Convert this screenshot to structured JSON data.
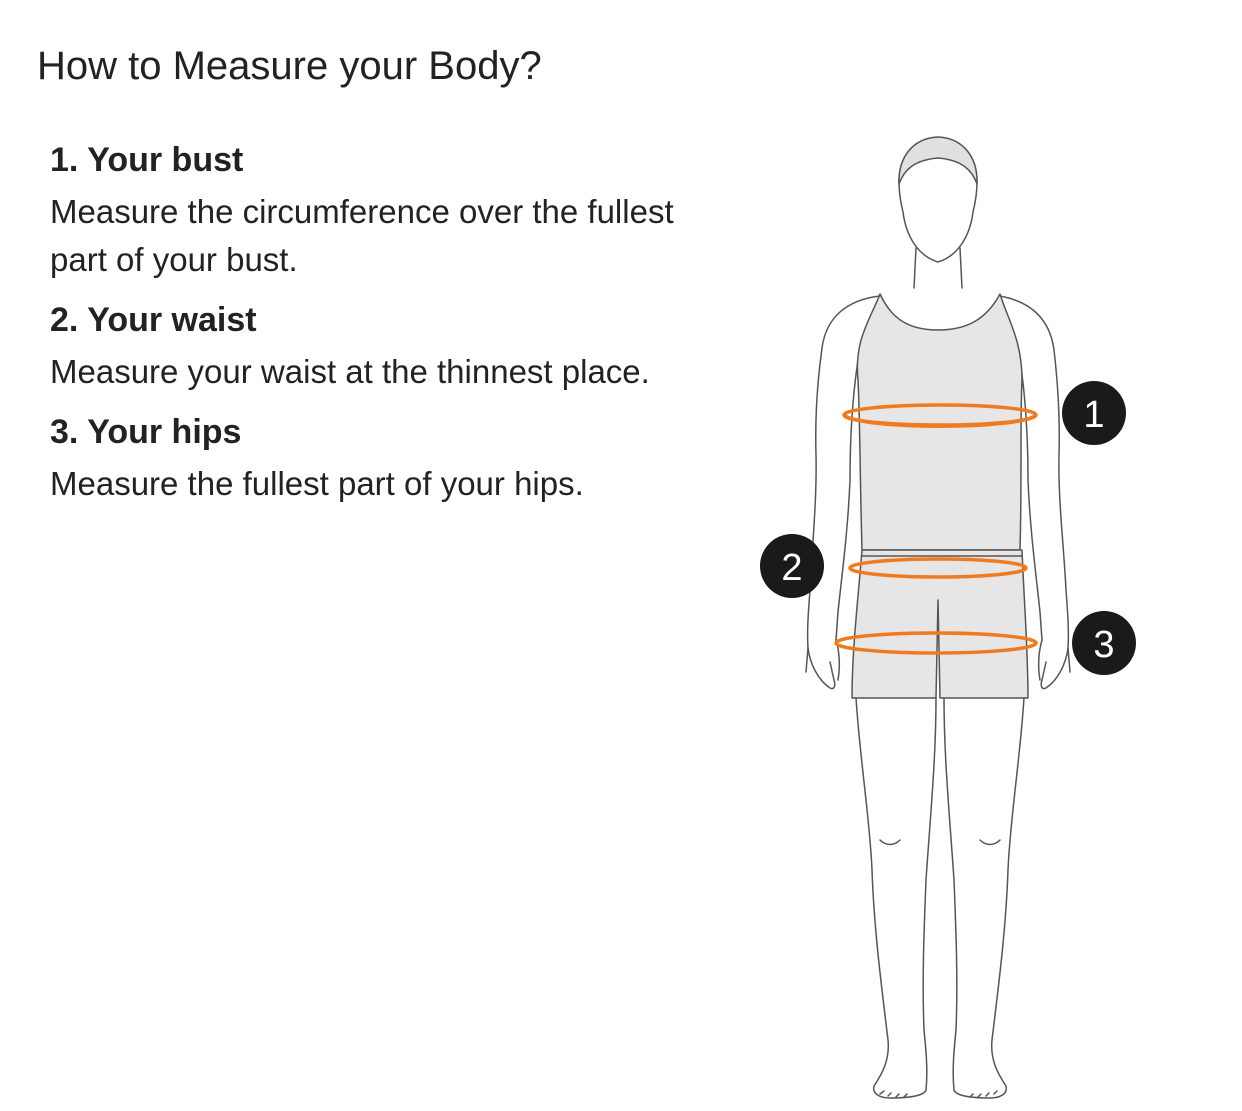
{
  "title": "How to Measure your Body?",
  "steps": [
    {
      "heading": "1. Your bust",
      "text": "Measure the circumference over the fullest part of your bust."
    },
    {
      "heading": "2. Your waist",
      "text": "Measure your waist at the thinnest place."
    },
    {
      "heading": "3. Your hips",
      "text": "Measure the fullest part of your hips."
    }
  ],
  "markers": [
    "1",
    "2",
    "3"
  ],
  "colors": {
    "measure_line": "#f07a1e",
    "marker_fill": "#1a1a1a",
    "garment_fill": "#e6e6e6",
    "outline": "#555555"
  }
}
